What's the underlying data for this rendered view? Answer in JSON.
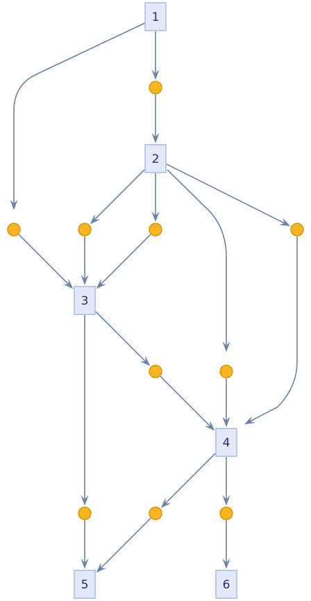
{
  "diagram": {
    "type": "directed-graph",
    "node_fill": "#e3e9f8",
    "node_stroke": "#a3b6e0",
    "label_color": "#1f2f6b",
    "edge_color": "#6b83a6",
    "junction_fill": "#f7b520",
    "junction_stroke": "#d18f00",
    "nodes": [
      {
        "id": "1",
        "label": "1"
      },
      {
        "id": "2",
        "label": "2"
      },
      {
        "id": "3",
        "label": "3"
      },
      {
        "id": "4",
        "label": "4"
      },
      {
        "id": "5",
        "label": "5"
      },
      {
        "id": "6",
        "label": "6"
      }
    ],
    "junctions": [
      "j1",
      "j2",
      "j3",
      "j4",
      "j5",
      "j6",
      "j7",
      "j8",
      "j9",
      "j10",
      "j11"
    ],
    "edges": [
      {
        "from": "1",
        "to": "j1"
      },
      {
        "from": "1",
        "to": "j2"
      },
      {
        "from": "j2",
        "to": "2"
      },
      {
        "from": "2",
        "to": "j3"
      },
      {
        "from": "2",
        "to": "j4"
      },
      {
        "from": "2",
        "to": "j7"
      },
      {
        "from": "2",
        "to": "j5"
      },
      {
        "from": "j1",
        "to": "3"
      },
      {
        "from": "j3",
        "to": "3"
      },
      {
        "from": "j4",
        "to": "3"
      },
      {
        "from": "3",
        "to": "j6"
      },
      {
        "from": "3",
        "to": "j8"
      },
      {
        "from": "j6",
        "to": "4"
      },
      {
        "from": "j7",
        "to": "4"
      },
      {
        "from": "j5",
        "to": "4"
      },
      {
        "from": "4",
        "to": "j9"
      },
      {
        "from": "4",
        "to": "j10"
      },
      {
        "from": "j8",
        "to": "5"
      },
      {
        "from": "j9",
        "to": "5"
      },
      {
        "from": "j10",
        "to": "6"
      }
    ]
  }
}
